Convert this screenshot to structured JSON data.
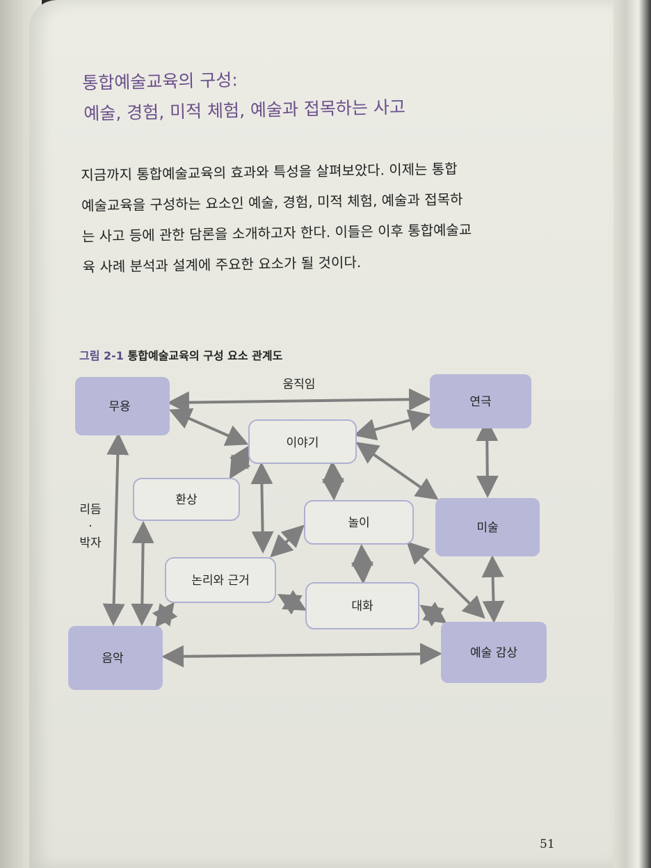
{
  "section": {
    "title": "통합예술교육의 구성:",
    "subtitle": "예술, 경험, 미적 체험, 예술과 접목하는 사고"
  },
  "body": {
    "lines": [
      "지금까지 통합예술교육의 효과와 특성을 살펴보았다. 이제는 통합",
      "예술교육을 구성하는 요소인 예술, 경험, 미적 체험, 예술과 접목하",
      "는 사고 등에 관한 담론을 소개하고자 한다. 이들은 이후 통합예술교",
      "육 사례 분석과 설계에 주요한 요소가 될 것이다."
    ]
  },
  "figure": {
    "number": "그림 2-1",
    "caption": "통합예술교육의 구성 요소 관계도",
    "nodes": {
      "dance": "무용",
      "theater": "연극",
      "story": "이야기",
      "fantasy": "환상",
      "play": "놀이",
      "art": "미술",
      "logic": "논리와 근거",
      "dialogue": "대화",
      "music": "음악",
      "appreciation": "예술 감상"
    },
    "edge_labels": {
      "movement": "움직임",
      "rhythm": "리듬",
      "dot": "·",
      "beat": "박자"
    },
    "colors": {
      "core_node_fill": "#b8b9d8",
      "inner_node_border": "#aeb0d2",
      "arrow": "#7f7f7f",
      "heading": "#6b4f8a"
    }
  },
  "page_number": "51"
}
